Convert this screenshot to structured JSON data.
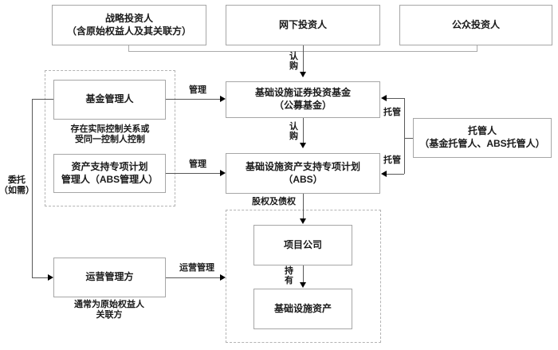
{
  "boxes": {
    "strategic": {
      "line1": "战略投资人",
      "line2": "（含原始权益人及其关联方）"
    },
    "offline": {
      "label": "网下投资人"
    },
    "public": {
      "label": "公众投资人"
    },
    "fund": {
      "line1": "基础设施证券投资基金",
      "line2": "（公募基金）"
    },
    "abs": {
      "line1": "基础设施资产支持专项计划",
      "line2": "（ABS）"
    },
    "fund_manager": {
      "label": "基金管理人"
    },
    "abs_manager": {
      "line1": "资产支持专项计划",
      "line2": "管理人（ABS管理人）"
    },
    "custodian": {
      "line1": "托管人",
      "line2": "（基金托管人、ABS托管人）"
    },
    "operator": {
      "label": "运营管理方"
    },
    "project_company": {
      "label": "项目公司"
    },
    "infra_asset": {
      "label": "基础设施资产"
    }
  },
  "edge_labels": {
    "subscribe_top": "认购",
    "subscribe_mid": "认购",
    "manage_fund": "管理",
    "manage_abs": "管理",
    "custody_fund": "托管",
    "custody_abs": "托管",
    "equity_and_debt": "股权及债权",
    "hold": "持有",
    "entrust_line1": "委托",
    "entrust_line2": "（如需）",
    "operation_manage": "运营管理"
  },
  "notes": {
    "control_relation_line1": "存在实际控制关系或",
    "control_relation_line2": "受同一控制人控制",
    "operator_note_line1": "通常为原始权益人",
    "operator_note_line2": "关联方"
  },
  "colors": {
    "background": "#ffffff",
    "box_border": "#a6a6a6",
    "dashed_border": "#b3b3b3",
    "connector_line": "#595959",
    "bus_line": "#aaaaaa",
    "arrowhead": "#000000",
    "text": "#1a1a1a"
  }
}
